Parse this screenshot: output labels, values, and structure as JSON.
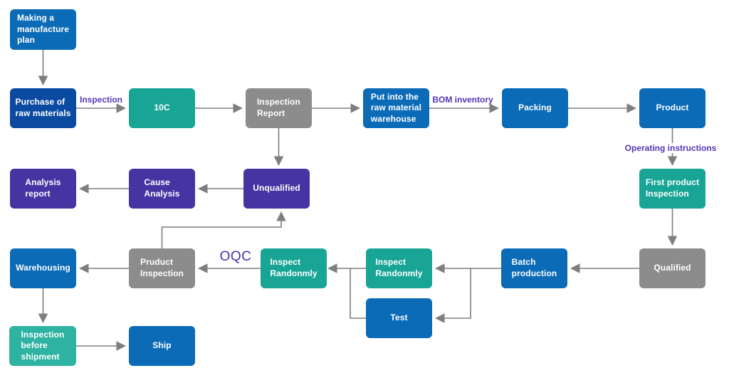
{
  "diagram": {
    "type": "flowchart",
    "description": "Manufacturing quality-control process flow"
  },
  "nodes": [
    {
      "id": "making-plan",
      "label": "Making a\nmanufacture\nplan",
      "color": "blue"
    },
    {
      "id": "purchase-raw-materials",
      "label": "Purchase of\nraw materials",
      "color": "dark-blue"
    },
    {
      "id": "iqc",
      "label": "10C",
      "color": "teal"
    },
    {
      "id": "inspection-report",
      "label": "Inspection\nReport",
      "color": "gray"
    },
    {
      "id": "raw-material-warehouse",
      "label": "Put into the\nraw material\nwarehouse",
      "color": "blue"
    },
    {
      "id": "packing",
      "label": "Packing",
      "color": "blue"
    },
    {
      "id": "product",
      "label": "Product",
      "color": "blue"
    },
    {
      "id": "first-product-inspection",
      "label": "First product\nInspection",
      "color": "teal"
    },
    {
      "id": "qualified",
      "label": "Qualified",
      "color": "gray"
    },
    {
      "id": "batch-production",
      "label": "Batch\nproduction",
      "color": "blue"
    },
    {
      "id": "inspect-randomly-a",
      "label": "Inspect\nRandonmly",
      "color": "teal"
    },
    {
      "id": "test",
      "label": "Test",
      "color": "blue"
    },
    {
      "id": "inspect-randomly-b",
      "label": "Inspect\nRandonmly",
      "color": "teal"
    },
    {
      "id": "product-inspection",
      "label": "Pruduct\nInspection",
      "color": "gray"
    },
    {
      "id": "warehousing",
      "label": "Warehousing",
      "color": "blue"
    },
    {
      "id": "inspection-before-shipment",
      "label": "Inspection\nbefore\nshipment",
      "color": "teal-light"
    },
    {
      "id": "ship",
      "label": "Ship",
      "color": "blue"
    },
    {
      "id": "unqualified",
      "label": "Unqualified",
      "color": "purple"
    },
    {
      "id": "cause-analysis",
      "label": "Cause\nAnalysis",
      "color": "purple"
    },
    {
      "id": "analysis-report",
      "label": "Analysis\nreport",
      "color": "purple"
    }
  ],
  "edge_labels": {
    "inspection": "Inspection",
    "bom_inventory": "BOM inventory",
    "operating_instructions": "Operating instructions",
    "oqc": "OQC"
  },
  "edges": [
    {
      "from": "making-plan",
      "to": "purchase-raw-materials"
    },
    {
      "from": "purchase-raw-materials",
      "to": "iqc",
      "label": "Inspection"
    },
    {
      "from": "iqc",
      "to": "inspection-report"
    },
    {
      "from": "inspection-report",
      "to": "raw-material-warehouse"
    },
    {
      "from": "raw-material-warehouse",
      "to": "packing",
      "label": "BOM inventory"
    },
    {
      "from": "packing",
      "to": "product"
    },
    {
      "from": "product",
      "to": "first-product-inspection",
      "label": "Operating instructions"
    },
    {
      "from": "first-product-inspection",
      "to": "qualified"
    },
    {
      "from": "qualified",
      "to": "batch-production"
    },
    {
      "from": "batch-production",
      "to": "inspect-randomly-a"
    },
    {
      "from": "batch-production",
      "to": "test"
    },
    {
      "from": "inspect-randomly-a",
      "to": "inspect-randomly-b"
    },
    {
      "from": "test",
      "to": "inspect-randomly-b"
    },
    {
      "from": "inspect-randomly-b",
      "to": "product-inspection",
      "label": "OQC"
    },
    {
      "from": "product-inspection",
      "to": "warehousing"
    },
    {
      "from": "warehousing",
      "to": "inspection-before-shipment"
    },
    {
      "from": "inspection-before-shipment",
      "to": "ship"
    },
    {
      "from": "inspection-report",
      "to": "unqualified"
    },
    {
      "from": "product-inspection",
      "to": "unqualified"
    },
    {
      "from": "unqualified",
      "to": "cause-analysis"
    },
    {
      "from": "cause-analysis",
      "to": "analysis-report"
    }
  ],
  "colors": {
    "node_blue": "#0b6bb7",
    "node_dark_blue": "#0a4aa1",
    "node_teal": "#19a596",
    "node_teal_light": "#2eb2a2",
    "node_gray": "#8c8c8c",
    "node_purple": "#4634a3",
    "node_text": "#ffffff",
    "edge_line": "#7e7e7e",
    "edge_label_text": "#5335b5",
    "background": "#ffffff"
  }
}
